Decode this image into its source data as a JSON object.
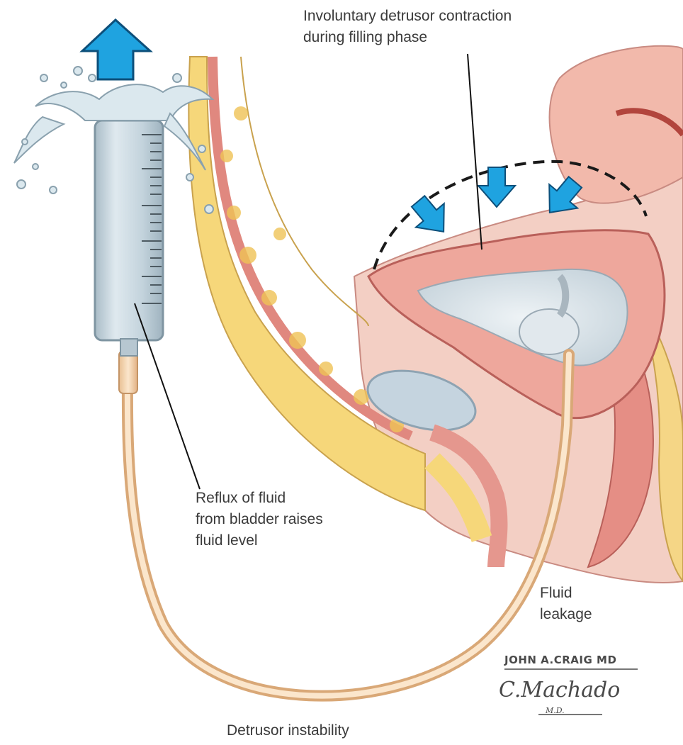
{
  "labels": {
    "contraction_line1": "Involuntary detrusor contraction",
    "contraction_line2": "during filling phase",
    "reflux_line1": "Reflux of fluid",
    "reflux_line2": "from bladder raises",
    "reflux_line3": "fluid level",
    "leakage_line1": "Fluid",
    "leakage_line2": "leakage",
    "figure_title": "Detrusor instability"
  },
  "signature": {
    "artist_1": "JOHN A.CRAIG",
    "artist_1_suffix": "MD",
    "artist_2": "C.Machado",
    "artist_2_suffix": "M.D."
  },
  "colors": {
    "arrow_blue": "#1fa3e0",
    "arrow_outline": "#0d4f7a",
    "tissue_pink": "#ecaaa0",
    "fat_yellow": "#f6d77a",
    "catheter": "#f2d2a6",
    "syringe_glass": "#c9d8e0",
    "bladder_lumen": "#d9e3ea"
  },
  "icons": [
    "up-arrow-icon",
    "down-arrow-icon"
  ]
}
